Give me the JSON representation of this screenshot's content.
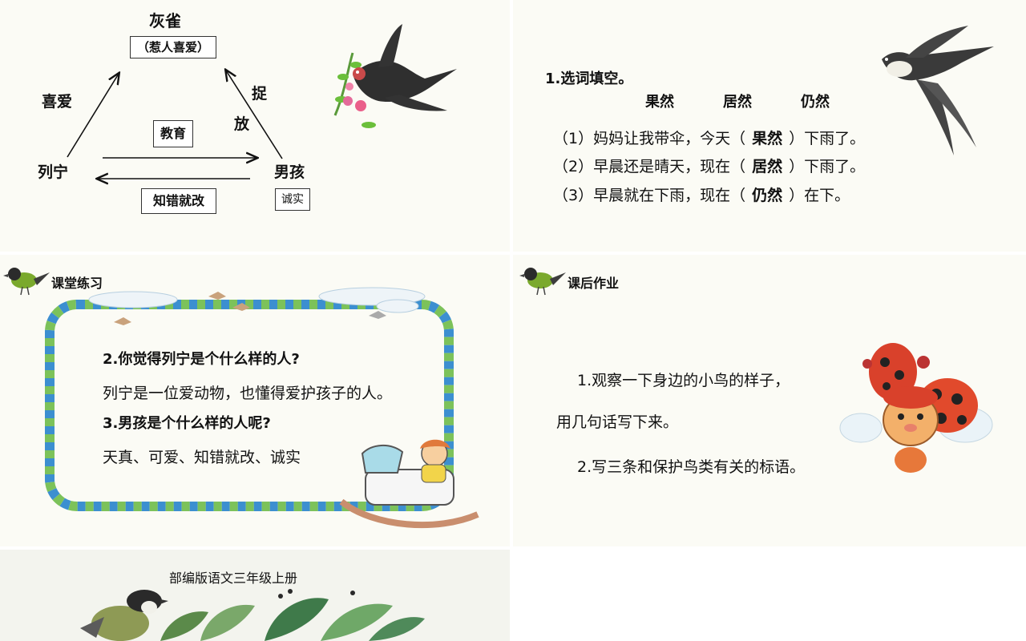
{
  "slide1": {
    "top_label": "灰雀",
    "top_box": "（惹人喜爱）",
    "left_label": "喜爱",
    "right_label_1": "捉",
    "right_label_2": "放",
    "center_box": "教育",
    "bottom_left": "列宁",
    "bottom_right": "男孩",
    "bottom_box": "知错就改",
    "right_box": "诚实"
  },
  "slide2": {
    "title": "1.选词填空。",
    "options": [
      "果然",
      "居然",
      "仍然"
    ],
    "items": [
      {
        "pre": "（1）妈妈让我带伞，今天（",
        "answer": "果然",
        "post": "）下雨了。"
      },
      {
        "pre": "（2）早晨还是晴天，现在（",
        "answer": "居然",
        "post": "）下雨了。"
      },
      {
        "pre": "（3）早晨就在下雨，现在（",
        "answer": "仍然",
        "post": "）在下。"
      }
    ]
  },
  "slide3": {
    "header": "课堂练习",
    "q1": "2.你觉得列宁是个什么样的人?",
    "a1": "列宁是一位爱动物，也懂得爱护孩子的人。",
    "q2": "3.男孩是个什么样的人呢?",
    "a2": "天真、可爱、知错就改、诚实"
  },
  "slide4": {
    "header": "课后作业",
    "line1": "1.观察一下身边的小鸟的样子，",
    "line2": "用几句话写下来。",
    "line3": "2.写三条和保护鸟类有关的标语。"
  },
  "slide5": {
    "title": "部编版语文三年级上册"
  }
}
